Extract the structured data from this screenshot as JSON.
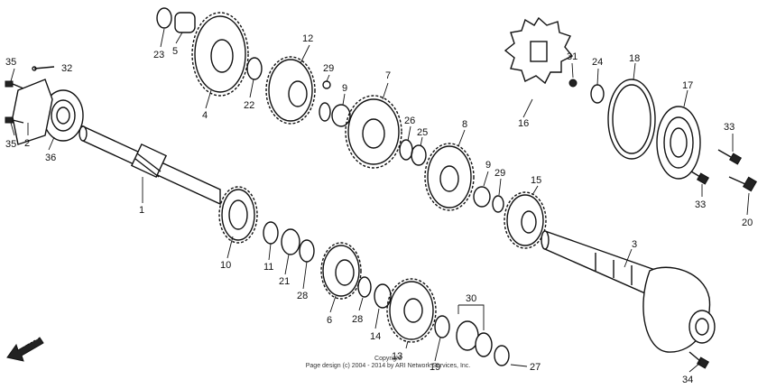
{
  "labels": {
    "l1": "1",
    "l2": "2",
    "l3": "3",
    "l4": "4",
    "l5": "5",
    "l6": "6",
    "l7": "7",
    "l8": "8",
    "l9a": "9",
    "l9b": "9",
    "l10": "10",
    "l11": "11",
    "l12": "12",
    "l13": "13",
    "l14": "14",
    "l15": "15",
    "l16": "16",
    "l17": "17",
    "l18": "18",
    "l19": "19",
    "l20": "20",
    "l21": "21",
    "l22": "22",
    "l23": "23",
    "l24": "24",
    "l25": "25",
    "l26": "26",
    "l27": "27",
    "l28a": "28",
    "l28b": "28",
    "l29a": "29",
    "l29b": "29",
    "l30": "30",
    "l31": "31",
    "l32": "32",
    "l33a": "33",
    "l33b": "33",
    "l34": "34",
    "l35a": "35",
    "l35b": "35",
    "l36": "36"
  },
  "fwd": "FWD",
  "copyright": {
    "line1": "Copyright",
    "line2": "Page design (c) 2004 - 2014 by ARI Network Services, Inc."
  }
}
